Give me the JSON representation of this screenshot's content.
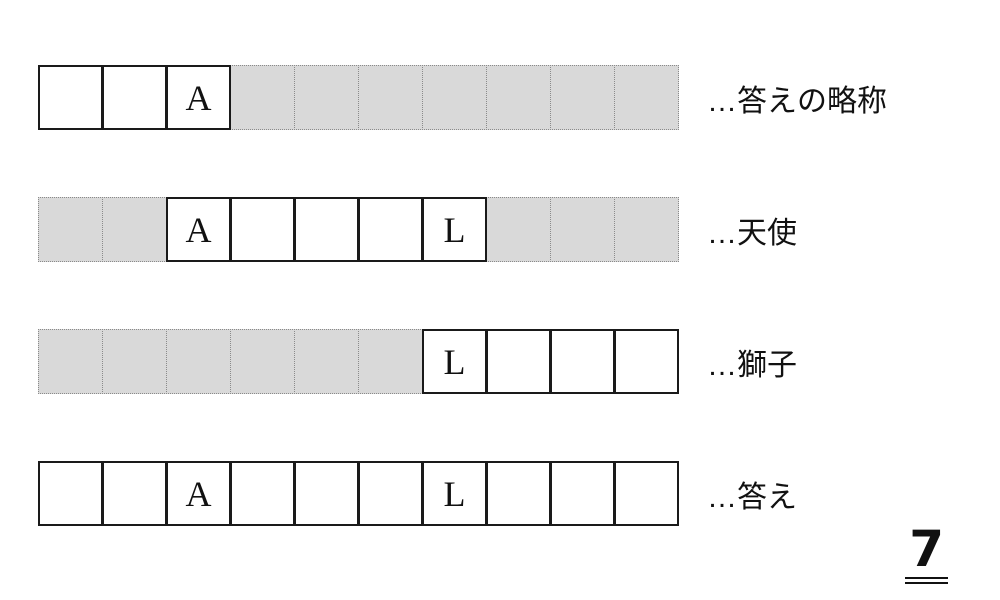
{
  "puzzle": {
    "rows": [
      {
        "label": "…答えの略称",
        "cells": [
          {
            "shaded": false,
            "letter": ""
          },
          {
            "shaded": false,
            "letter": ""
          },
          {
            "shaded": false,
            "letter": "A"
          },
          {
            "shaded": true,
            "letter": ""
          },
          {
            "shaded": true,
            "letter": ""
          },
          {
            "shaded": true,
            "letter": ""
          },
          {
            "shaded": true,
            "letter": ""
          },
          {
            "shaded": true,
            "letter": ""
          },
          {
            "shaded": true,
            "letter": ""
          },
          {
            "shaded": true,
            "letter": ""
          }
        ]
      },
      {
        "label": "…天使",
        "cells": [
          {
            "shaded": true,
            "letter": ""
          },
          {
            "shaded": true,
            "letter": ""
          },
          {
            "shaded": false,
            "letter": "A"
          },
          {
            "shaded": false,
            "letter": ""
          },
          {
            "shaded": false,
            "letter": ""
          },
          {
            "shaded": false,
            "letter": ""
          },
          {
            "shaded": false,
            "letter": "L"
          },
          {
            "shaded": true,
            "letter": ""
          },
          {
            "shaded": true,
            "letter": ""
          },
          {
            "shaded": true,
            "letter": ""
          }
        ]
      },
      {
        "label": "…獅子",
        "cells": [
          {
            "shaded": true,
            "letter": ""
          },
          {
            "shaded": true,
            "letter": ""
          },
          {
            "shaded": true,
            "letter": ""
          },
          {
            "shaded": true,
            "letter": ""
          },
          {
            "shaded": true,
            "letter": ""
          },
          {
            "shaded": true,
            "letter": ""
          },
          {
            "shaded": false,
            "letter": "L"
          },
          {
            "shaded": false,
            "letter": ""
          },
          {
            "shaded": false,
            "letter": ""
          },
          {
            "shaded": false,
            "letter": ""
          }
        ]
      },
      {
        "label": "…答え",
        "cells": [
          {
            "shaded": false,
            "letter": ""
          },
          {
            "shaded": false,
            "letter": ""
          },
          {
            "shaded": false,
            "letter": "A"
          },
          {
            "shaded": false,
            "letter": ""
          },
          {
            "shaded": false,
            "letter": ""
          },
          {
            "shaded": false,
            "letter": ""
          },
          {
            "shaded": false,
            "letter": "L"
          },
          {
            "shaded": false,
            "letter": ""
          },
          {
            "shaded": false,
            "letter": ""
          },
          {
            "shaded": false,
            "letter": ""
          }
        ]
      }
    ],
    "page_number": "7"
  },
  "colors": {
    "shaded_cell": "#d9d9d9",
    "cell_border": "#1a1a1a",
    "shaded_border": "#8a8a8a",
    "text": "#111111"
  }
}
